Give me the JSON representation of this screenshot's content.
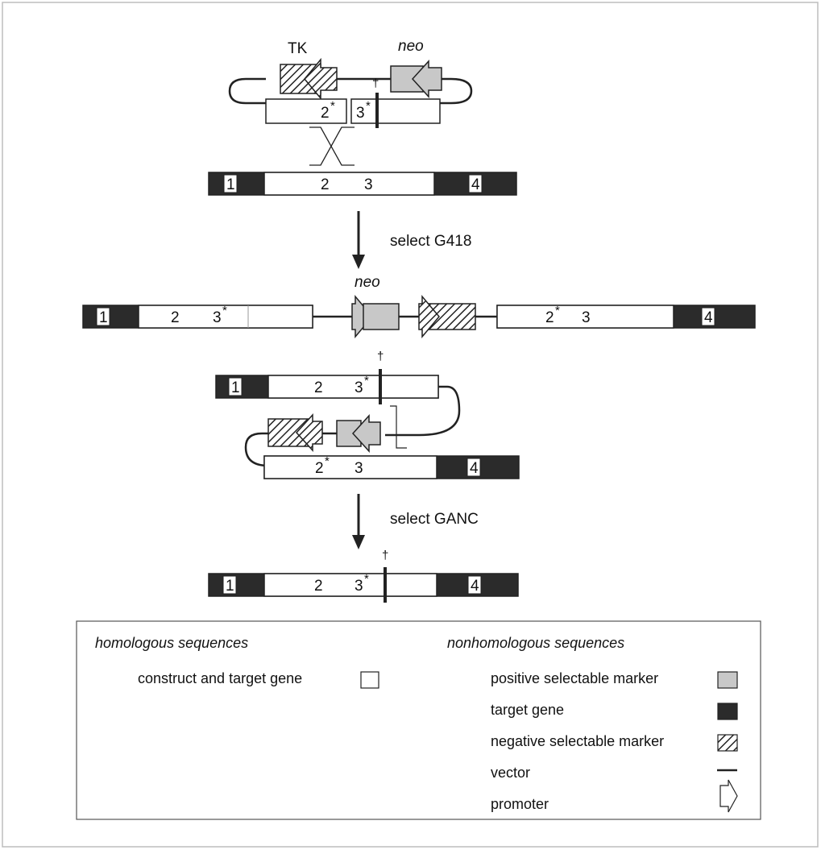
{
  "figure": {
    "labels": {
      "tk": "TK",
      "neo": "neo",
      "dagger": "†",
      "select_g418": "select G418",
      "select_ganc": "select GANC"
    },
    "constructs": {
      "vector": {
        "exon_a": "2",
        "exon_b": "3",
        "star": "*"
      },
      "target": {
        "exon1": "1",
        "exon2": "2",
        "exon3": "3",
        "exon4": "4"
      },
      "intermediate": {
        "left_exon1": "1",
        "left_exon2": "2",
        "left_exon3": "3",
        "right_exon2": "2",
        "right_exon3": "3",
        "right_exon4": "4",
        "star": "*"
      },
      "looped": {
        "top_exon1": "1",
        "top_exon2": "2",
        "top_exon3": "3",
        "bottom_exon2": "2",
        "bottom_exon3": "3",
        "bottom_exon4": "4",
        "star": "*"
      },
      "final": {
        "exon1": "1",
        "exon2": "2",
        "exon3": "3",
        "exon4": "4",
        "star": "*"
      }
    }
  },
  "legend": {
    "homologous_heading": "homologous sequences",
    "nonhomologous_heading": "nonhomologous sequences",
    "items": {
      "construct_and_target": "construct and target gene",
      "positive_marker": "positive selectable marker",
      "target_gene": "target gene",
      "negative_marker": "negative selectable marker",
      "vector": "vector",
      "promoter": "promoter"
    }
  },
  "colors": {
    "homologous": "#ffffff",
    "target_gene": "#2b2b2b",
    "positive_marker": "#c8c8c8",
    "outline": "#222222"
  }
}
